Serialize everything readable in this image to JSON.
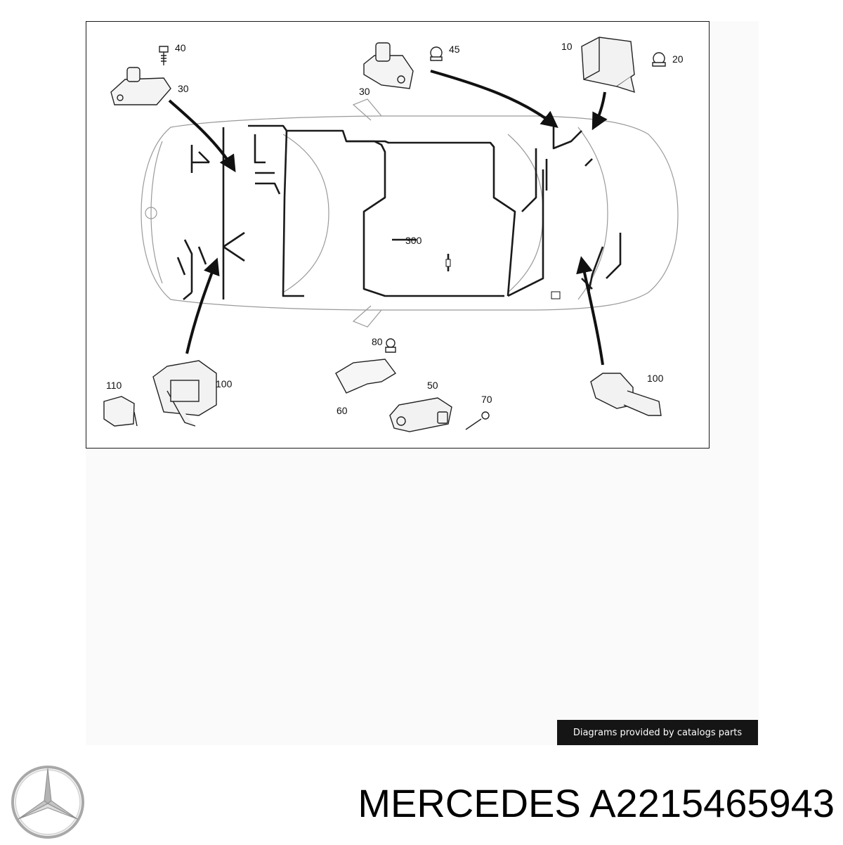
{
  "diagram": {
    "callouts": {
      "c40": "40",
      "c30a": "30",
      "c45": "45",
      "c30b": "30",
      "c10": "10",
      "c20": "20",
      "c300": "300",
      "c80": "80",
      "c110": "110",
      "c100a": "100",
      "c60": "60",
      "c50": "50",
      "c70": "70",
      "c100b": "100"
    }
  },
  "credit": "Diagrams provided by catalogs parts",
  "brand": {
    "logo_icon": "mercedes-star-icon"
  },
  "title": "MERCEDES A2215465943"
}
